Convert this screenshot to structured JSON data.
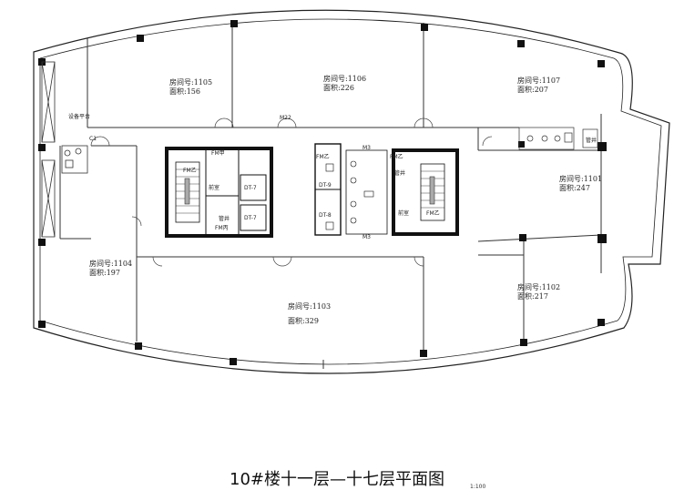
{
  "drawing_title": "10#楼十一层—十七层平面图",
  "scale_note": "1:100",
  "rooms": [
    {
      "id": "1105",
      "no_label": "房间号:1105",
      "area_label": "面积:156"
    },
    {
      "id": "1106",
      "no_label": "房间号:1106",
      "area_label": "面积:226"
    },
    {
      "id": "1107",
      "no_label": "房间号:1107",
      "area_label": "面积:207"
    },
    {
      "id": "1101",
      "no_label": "房间号:1101",
      "area_label": "面积:247"
    },
    {
      "id": "1104",
      "no_label": "房间号:1104",
      "area_label": "面积:197"
    },
    {
      "id": "1103",
      "no_label": "房间号:1103",
      "area_label": "面积:329"
    },
    {
      "id": "1102",
      "no_label": "房间号:1102",
      "area_label": "面积:217"
    }
  ],
  "core": {
    "elevators": [
      "DT-7",
      "DT-7",
      "DT-9",
      "DT-8"
    ],
    "fire_doors": [
      "FM甲",
      "FM乙",
      "FM丙",
      "FM乙",
      "FM乙",
      "FM乙"
    ],
    "rooms": [
      "前室",
      "管井",
      "前室",
      "管井"
    ],
    "door_tags": [
      "M22",
      "M3",
      "M3",
      "C1"
    ]
  },
  "annotations": {
    "equipment_platform": "设备平台",
    "shaft_right": "管井"
  }
}
